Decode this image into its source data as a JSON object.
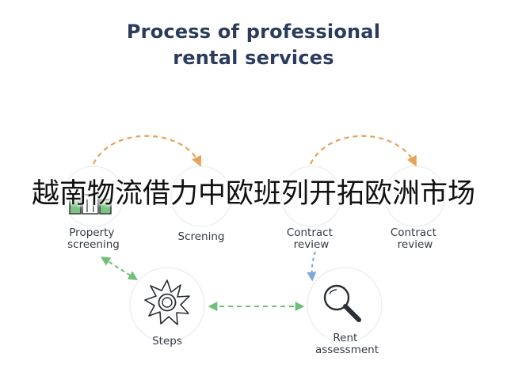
{
  "title": {
    "line1": "Process of professional",
    "line2": "rental services"
  },
  "overlay_text": "越南物流借力中欧班列开拓欧洲市场",
  "nodes": {
    "property_screening": {
      "line1": "Property",
      "line2": "screening"
    },
    "screening": {
      "line1": "Screning"
    },
    "contract_review_1": {
      "line1": "Contract",
      "line2": "review"
    },
    "contract_review_2": {
      "line1": "Contract",
      "line2": "review"
    },
    "steps": {
      "line1": "Steps"
    },
    "rent_assessment": {
      "line1": "Rent",
      "line2": "assessment"
    }
  },
  "colors": {
    "title": "#2b3b5c",
    "orange_arrow": "#e8a25a",
    "green_arrow": "#6fbf7a",
    "blue_arrow": "#7fa7d8",
    "icon_stroke": "#2b2f36",
    "icon_green": "#7cc47f"
  },
  "icons": {
    "steps": "sun-gear-icon",
    "rent_assessment": "magnifier-icon",
    "property_screening": "building-icon"
  }
}
